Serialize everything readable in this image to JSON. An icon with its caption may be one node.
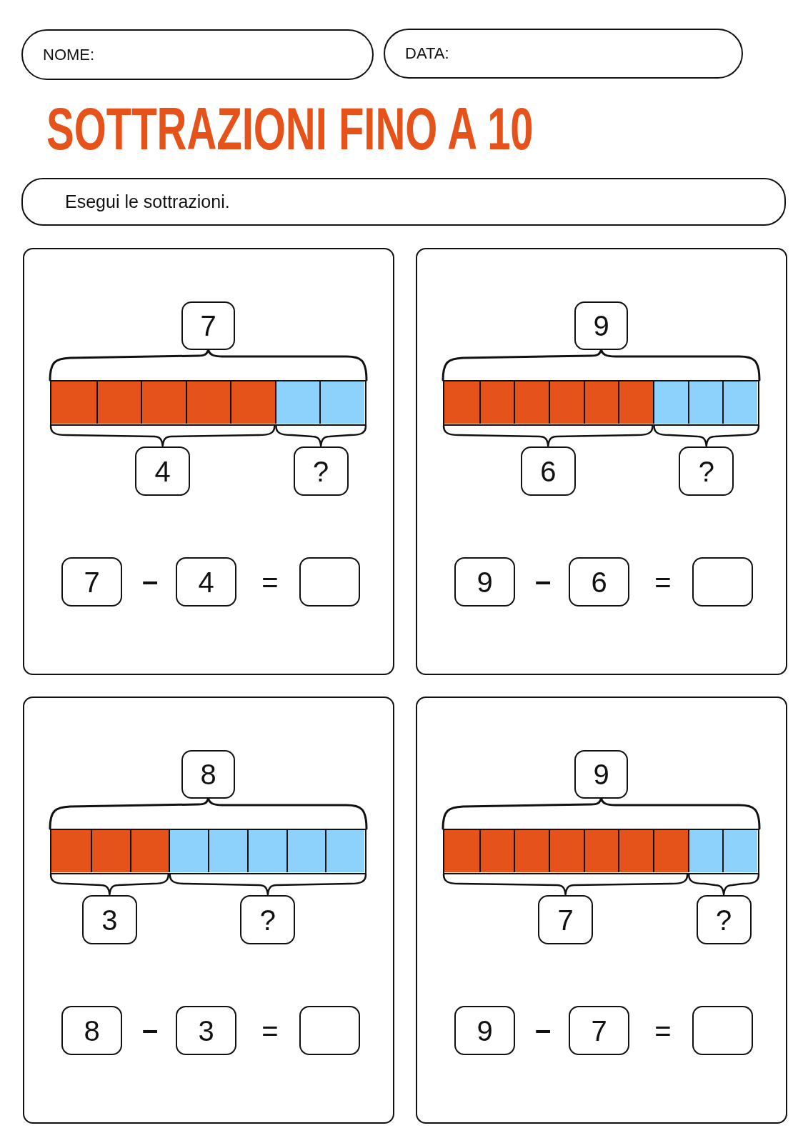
{
  "diagram": {
    "title": "SOTTRAZIONI FINO A 10",
    "nodes": [
      {
        "text": [
          "NOME:"
        ]
      },
      {
        "text": [
          "DATA:"
        ]
      },
      {
        "text": [
          "Esegui le sottrazioni."
        ]
      },
      {
        "text": [],
        "shape": "box"
      },
      {
        "text": [
          "7"
        ],
        "in": 3
      },
      {
        "text": [],
        "shape": "bar",
        "in": 3
      },
      {
        "text": [],
        "shape": "box",
        "in": 5
      },
      {
        "text": [],
        "shape": "box",
        "in": 5
      },
      {
        "text": [],
        "shape": "box",
        "in": 5
      },
      {
        "text": [],
        "shape": "box",
        "in": 5
      },
      {
        "text": [],
        "shape": "box",
        "in": 5
      },
      {
        "text": [],
        "shape": "box",
        "in": 5
      },
      {
        "text": [],
        "shape": "box",
        "in": 5
      },
      {
        "text": [
          "4"
        ],
        "in": 3
      },
      {
        "text": [
          "?"
        ],
        "in": 3
      },
      {
        "text": [
          "7"
        ],
        "in": 3
      },
      {
        "text": [
          "4"
        ],
        "in": 3
      },
      {
        "text": [],
        "shape": "box",
        "in": 3
      },
      {
        "text": [],
        "shape": "box"
      },
      {
        "text": [
          "9"
        ],
        "in": 18
      },
      {
        "text": [],
        "shape": "bar",
        "in": 18
      },
      {
        "text": [],
        "shape": "box",
        "in": 20
      },
      {
        "text": [],
        "shape": "box",
        "in": 20
      },
      {
        "text": [],
        "shape": "box",
        "in": 20
      },
      {
        "text": [],
        "shape": "box",
        "in": 20
      },
      {
        "text": [],
        "shape": "box",
        "in": 20
      },
      {
        "text": [],
        "shape": "box",
        "in": 20
      },
      {
        "text": [],
        "shape": "box",
        "in": 20
      },
      {
        "text": [],
        "shape": "box",
        "in": 20
      },
      {
        "text": [],
        "shape": "box",
        "in": 20
      },
      {
        "text": [
          "6"
        ],
        "in": 18
      },
      {
        "text": [
          "?"
        ],
        "in": 18
      },
      {
        "text": [
          "9"
        ],
        "in": 18
      },
      {
        "text": [
          "6"
        ],
        "in": 18
      },
      {
        "text": [],
        "shape": "box",
        "in": 18
      },
      {
        "text": [],
        "shape": "box"
      },
      {
        "text": [
          "8"
        ],
        "in": 35
      },
      {
        "text": [],
        "shape": "bar",
        "in": 35
      },
      {
        "text": [],
        "shape": "box",
        "in": 37
      },
      {
        "text": [],
        "shape": "box",
        "in": 37
      },
      {
        "text": [],
        "shape": "box",
        "in": 37
      },
      {
        "text": [],
        "shape": "box",
        "in": 37
      },
      {
        "text": [],
        "shape": "box",
        "in": 37
      },
      {
        "text": [],
        "shape": "box",
        "in": 37
      },
      {
        "text": [],
        "shape": "box",
        "in": 37
      },
      {
        "text": [],
        "shape": "box",
        "in": 37
      },
      {
        "text": [
          "3"
        ],
        "in": 35
      },
      {
        "text": [
          "?"
        ],
        "in": 35
      },
      {
        "text": [
          "8"
        ],
        "in": 35
      },
      {
        "text": [
          "3"
        ],
        "in": 35
      },
      {
        "text": [],
        "shape": "box",
        "in": 35
      },
      {
        "text": [],
        "shape": "box"
      },
      {
        "text": [
          "9"
        ],
        "in": 51
      },
      {
        "text": [],
        "shape": "bar",
        "in": 51
      },
      {
        "text": [],
        "shape": "box",
        "in": 53
      },
      {
        "text": [],
        "shape": "box",
        "in": 53
      },
      {
        "text": [],
        "shape": "box",
        "in": 53
      },
      {
        "text": [],
        "shape": "box",
        "in": 53
      },
      {
        "text": [],
        "shape": "box",
        "in": 53
      },
      {
        "text": [],
        "shape": "box",
        "in": 53
      },
      {
        "text": [],
        "shape": "box",
        "in": 53
      },
      {
        "text": [],
        "shape": "box",
        "in": 53
      },
      {
        "text": [],
        "shape": "box",
        "in": 53
      },
      {
        "text": [
          "7"
        ],
        "in": 51
      },
      {
        "text": [
          "?"
        ],
        "in": 51
      },
      {
        "text": [
          "9"
        ],
        "in": 51
      },
      {
        "text": [
          "7"
        ],
        "in": 51
      },
      {
        "text": [],
        "shape": "box",
        "in": 51
      }
    ],
    "labels": [
      "–",
      "=",
      "–",
      "=",
      "–",
      "=",
      "–",
      "="
    ]
  }
}
